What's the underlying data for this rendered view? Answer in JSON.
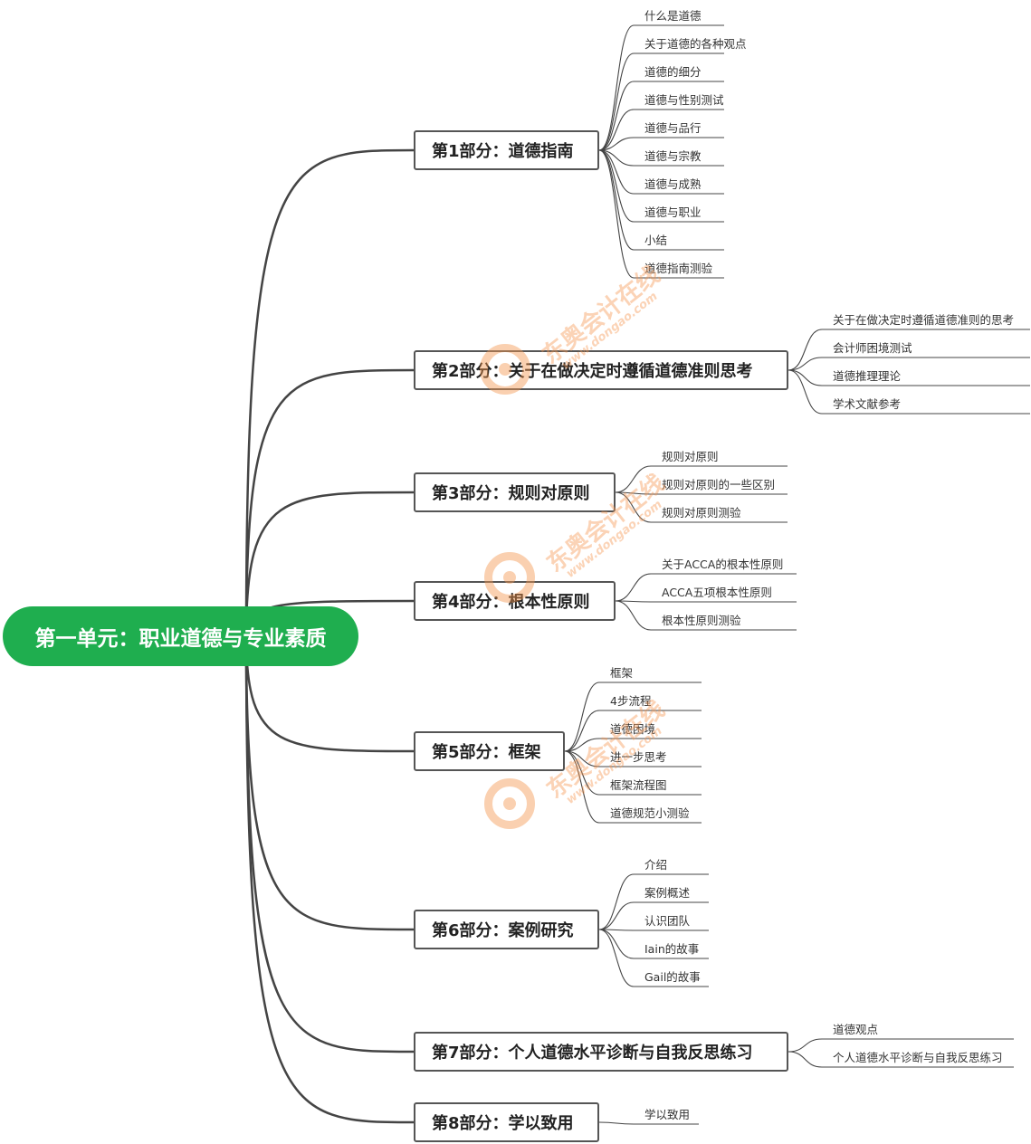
{
  "root": {
    "label": "第一单元：职业道德与专业素质"
  },
  "sections": [
    {
      "label": "第1部分：道德指南",
      "children": [
        "什么是道德",
        "关于道德的各种观点",
        "道德的细分",
        "道德与性别测试",
        "道德与品行",
        "道德与宗教",
        "道德与成熟",
        "道德与职业",
        "小结",
        "道德指南测验"
      ]
    },
    {
      "label": "第2部分：关于在做决定时遵循道德准则思考",
      "children": [
        "关于在做决定时遵循道德准则的思考",
        "会计师困境测试",
        "道德推理理论",
        "学术文献参考"
      ]
    },
    {
      "label": "第3部分：规则对原则",
      "children": [
        "规则对原则",
        "规则对原则的一些区别",
        "规则对原则测验"
      ]
    },
    {
      "label": "第4部分：根本性原则",
      "children": [
        "关于ACCA的根本性原则",
        "ACCA五项根本性原则",
        "根本性原则测验"
      ]
    },
    {
      "label": "第5部分：框架",
      "children": [
        "框架",
        "4步流程",
        "道德困境",
        "进一步思考",
        "框架流程图",
        "道德规范小测验"
      ]
    },
    {
      "label": "第6部分：案例研究",
      "children": [
        "介绍",
        "案例概述",
        "认识团队",
        "Iain的故事",
        "Gail的故事"
      ]
    },
    {
      "label": "第7部分：个人道德水平诊断与自我反思练习",
      "children": [
        "道德观点",
        "个人道德水平诊断与自我反思练习"
      ]
    },
    {
      "label": "第8部分：学以致用",
      "children": [
        "学以致用"
      ]
    }
  ],
  "watermark": {
    "name": "东奥会计在线",
    "url": "www.dongao.com"
  },
  "colors": {
    "root_bg": "#1fae4f",
    "line": "#444444",
    "watermark": "#f59650"
  }
}
